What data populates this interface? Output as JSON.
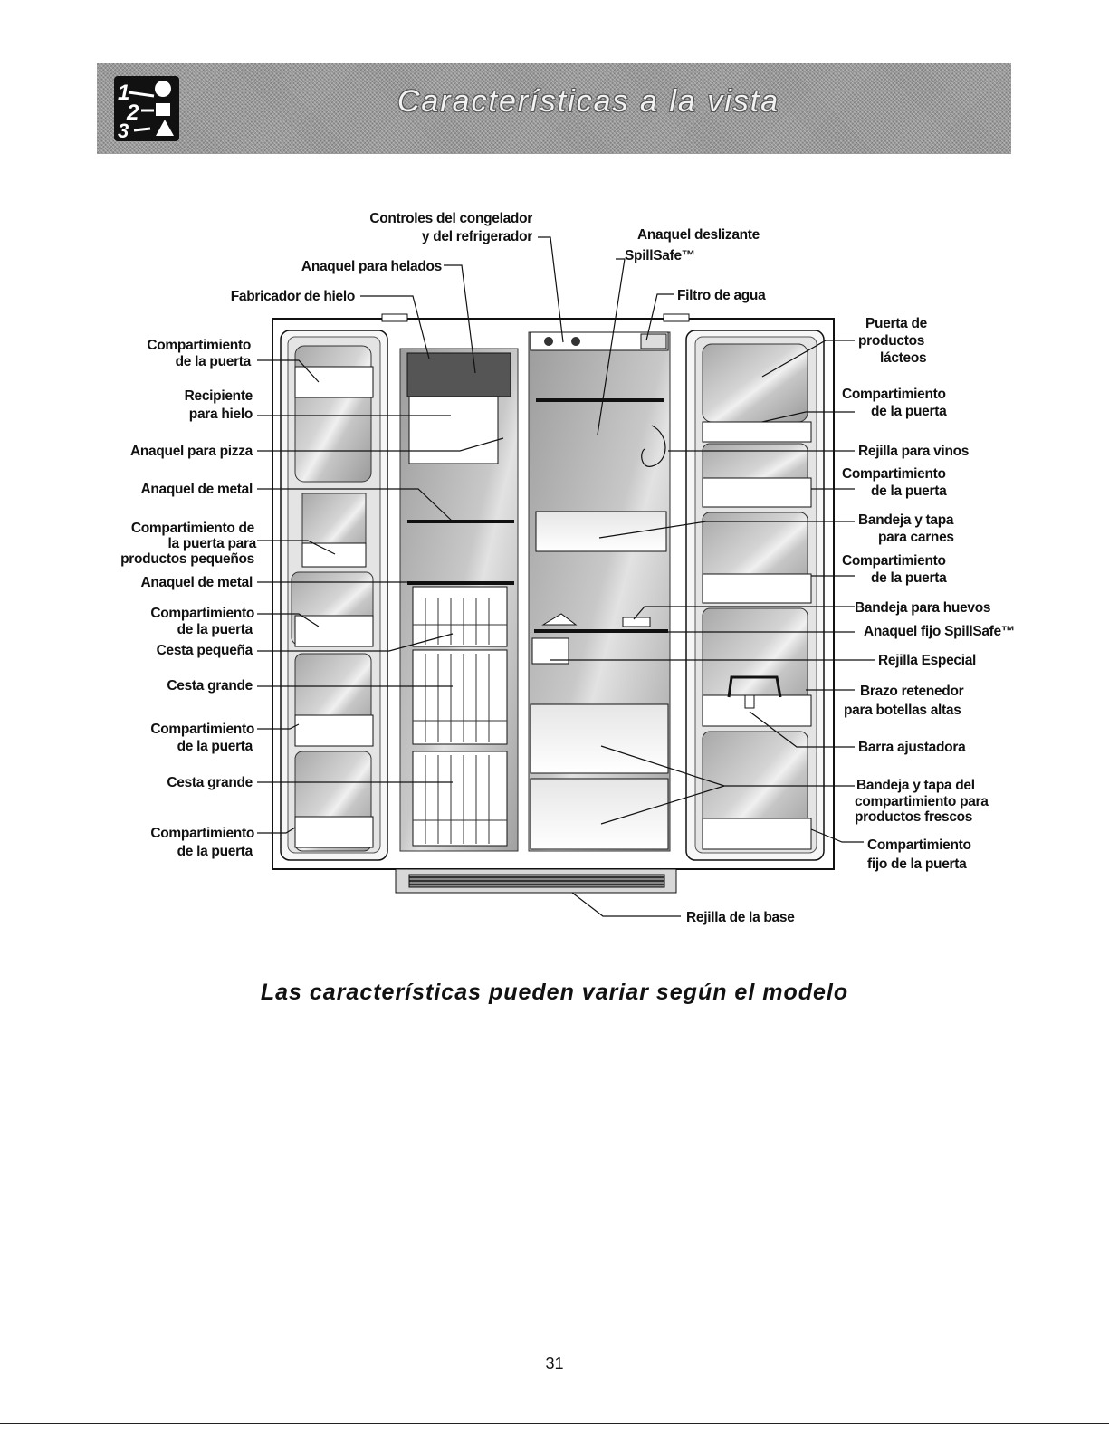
{
  "header": {
    "title": "Características a la vista"
  },
  "labels": {
    "freezer_controls": [
      "Controles del congelador",
      "y del refrigerador"
    ],
    "ice_cream_shelf": "Anaquel para helados",
    "ice_maker": "Fabricador de hielo",
    "sliding_shelf": [
      "Anaquel deslizante",
      "SpillSafe™"
    ],
    "water_filter": "Filtro de agua",
    "door_bin_1": [
      "Compartimiento",
      "de la puerta"
    ],
    "ice_bin": [
      "Recipiente",
      "para hielo"
    ],
    "pizza_shelf": "Anaquel para pizza",
    "metal_shelf_1": "Anaquel de metal",
    "small_items_bin": [
      "Compartimiento de",
      "la puerta para",
      "productos pequeños"
    ],
    "metal_shelf_2": "Anaquel de metal",
    "door_bin_2": [
      "Compartimiento",
      "de la puerta"
    ],
    "small_basket": "Cesta pequeña",
    "large_basket_1": "Cesta grande",
    "door_bin_3": [
      "Compartimiento",
      "de la puerta"
    ],
    "large_basket_2": "Cesta grande",
    "door_bin_4": [
      "Compartimiento",
      "de la puerta"
    ],
    "dairy_door": [
      "Puerta de",
      "productos",
      "lácteos"
    ],
    "r_door_bin_1": [
      "Compartimiento",
      "de la puerta"
    ],
    "wine_rack": "Rejilla para vinos",
    "r_door_bin_2": [
      "Compartimiento",
      "de la puerta"
    ],
    "meat_tray": [
      "Bandeja y tapa",
      "para carnes"
    ],
    "r_door_bin_3": [
      "Compartimiento",
      "de la puerta"
    ],
    "egg_tray": "Bandeja para huevos",
    "fixed_shelf": "Anaquel fijo SpillSafe™",
    "special_rack": "Rejilla Especial",
    "tall_bottle_arm": [
      "Brazo retenedor",
      "para botellas altas"
    ],
    "adjust_bar": "Barra ajustadora",
    "crisper": [
      "Bandeja y tapa del",
      "compartimiento para",
      "productos frescos"
    ],
    "fixed_door_bin": [
      "Compartimiento",
      "fijo de la puerta"
    ],
    "base_grille": "Rejilla de la base"
  },
  "caption": "Las características pueden variar según el modelo",
  "page_number": "31"
}
